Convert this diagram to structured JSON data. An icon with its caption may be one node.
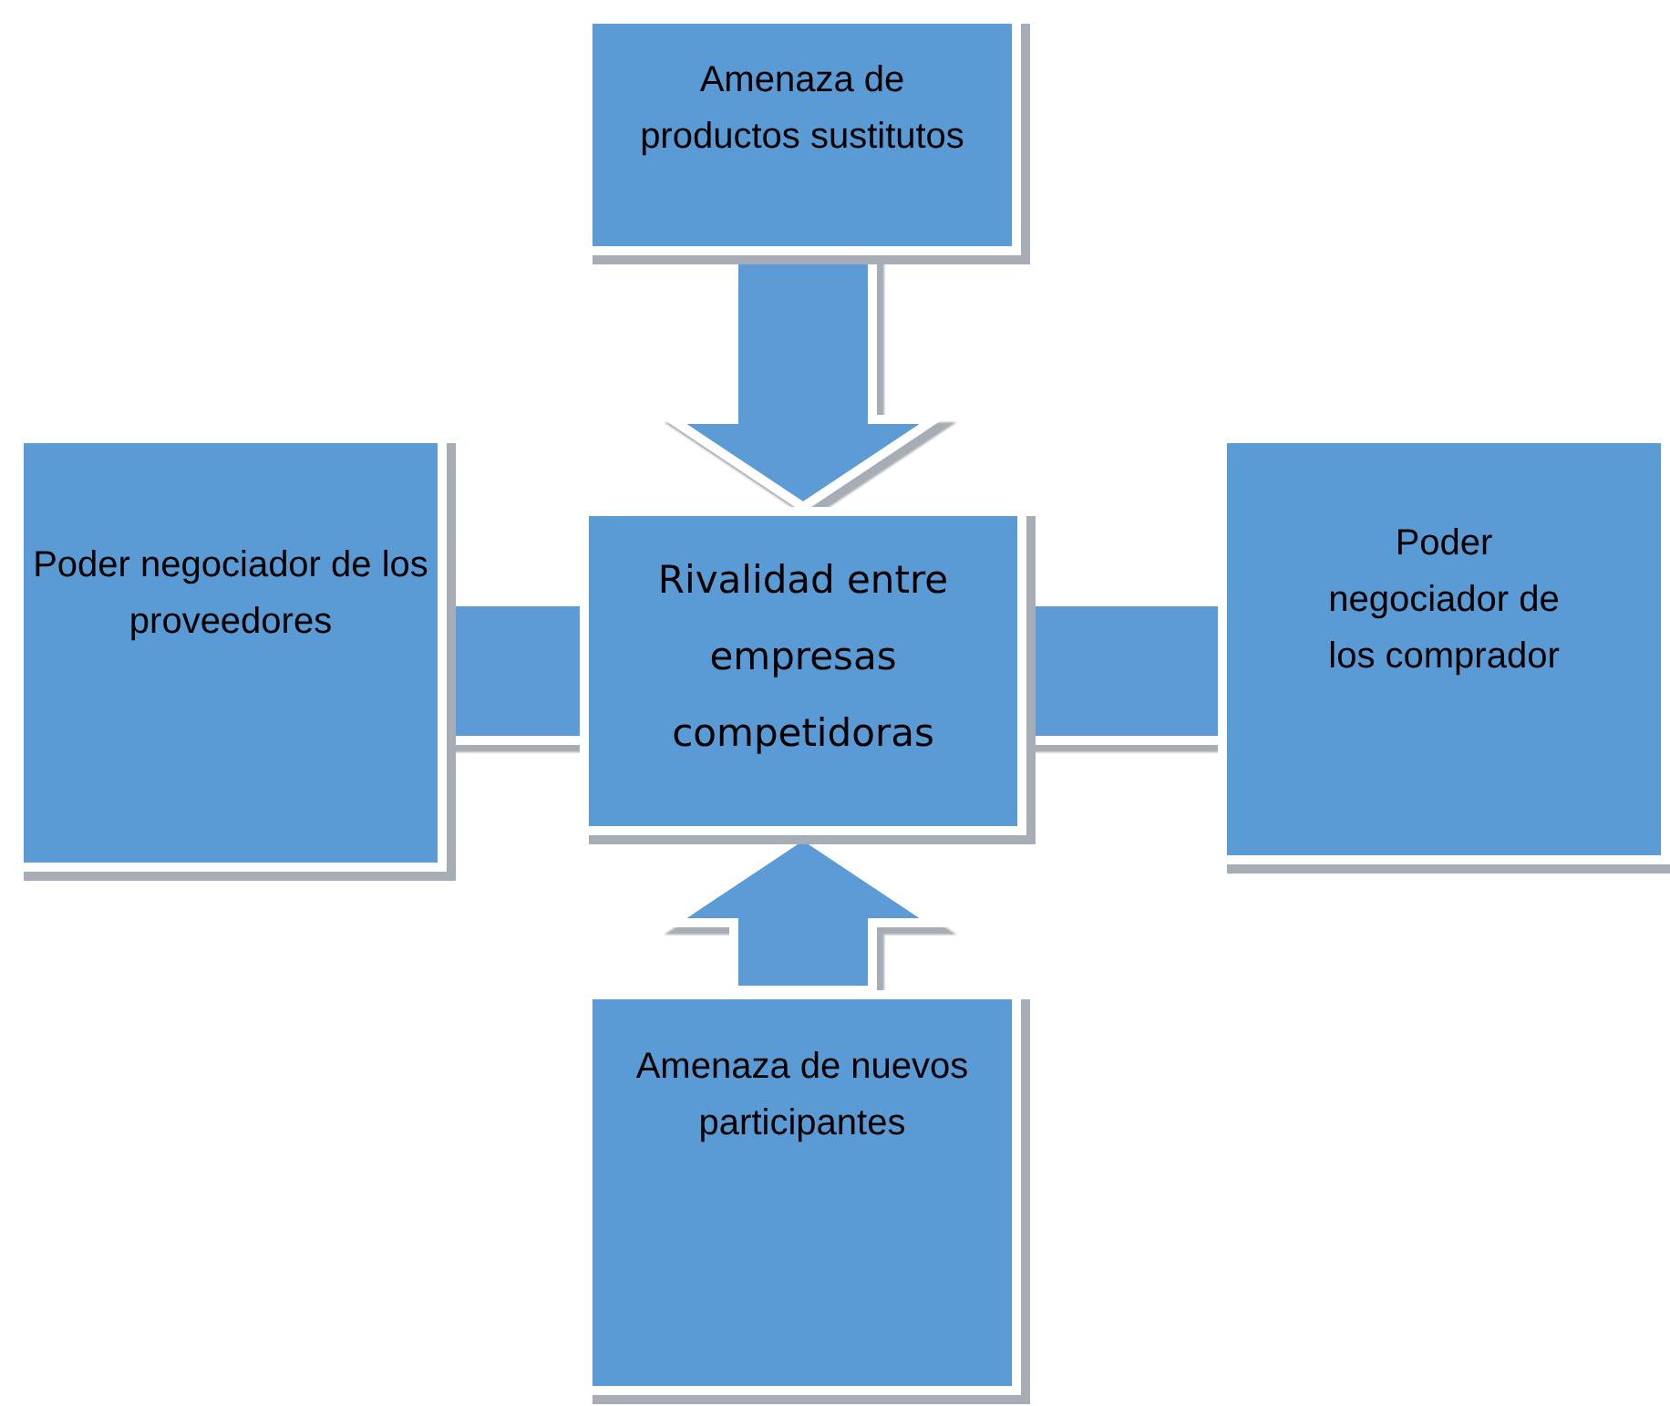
{
  "diagram": {
    "nodes": [
      {
        "text": [
          "Amenaza de productos sustitutos"
        ]
      },
      {
        "text": [
          "Poder negociador de los proveedores"
        ]
      },
      {
        "text": [
          "Rivalidad entre empresas competidoras"
        ]
      },
      {
        "text": [
          "Poder negociador de los comprador"
        ]
      },
      {
        "text": [
          "Amenaza de nuevos participantes"
        ]
      }
    ],
    "edges": [
      {
        "from": 0,
        "to": 2,
        "arrow": "to"
      },
      {
        "from": 1,
        "to": 2,
        "arrow": "to"
      },
      {
        "from": 3,
        "to": 2,
        "arrow": "to"
      },
      {
        "from": 4,
        "to": 2,
        "arrow": "to"
      }
    ]
  }
}
